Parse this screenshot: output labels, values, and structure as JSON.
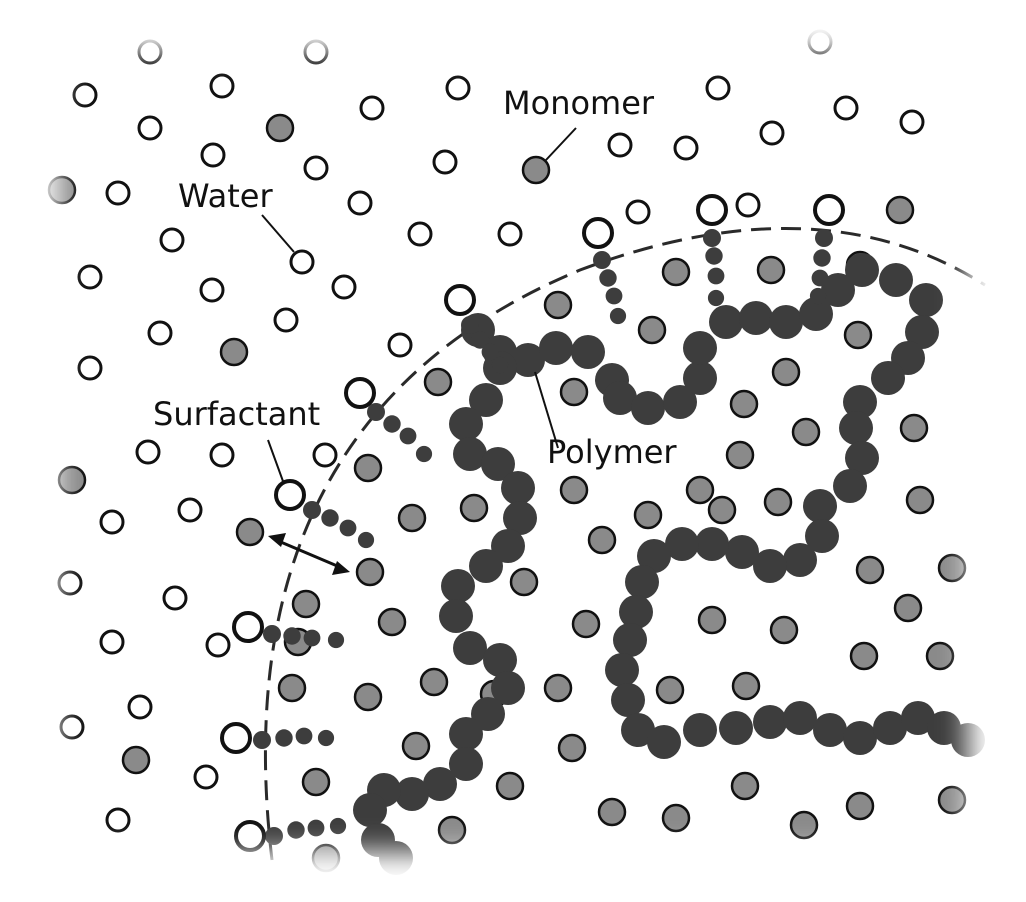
{
  "labels": {
    "monomer": "Monomer",
    "water": "Water",
    "surfactant": "Surfactant",
    "polymer": "Polymer"
  },
  "colors": {
    "water_fill": "#ffffff",
    "outline": "#111111",
    "monomer_fill": "#8a8a8a",
    "polymer_fill": "#3d3d3d",
    "surfactant_tail_fill": "#3d3d3d",
    "boundary_stroke": "#2a2a2a",
    "background": "#ffffff"
  }
}
